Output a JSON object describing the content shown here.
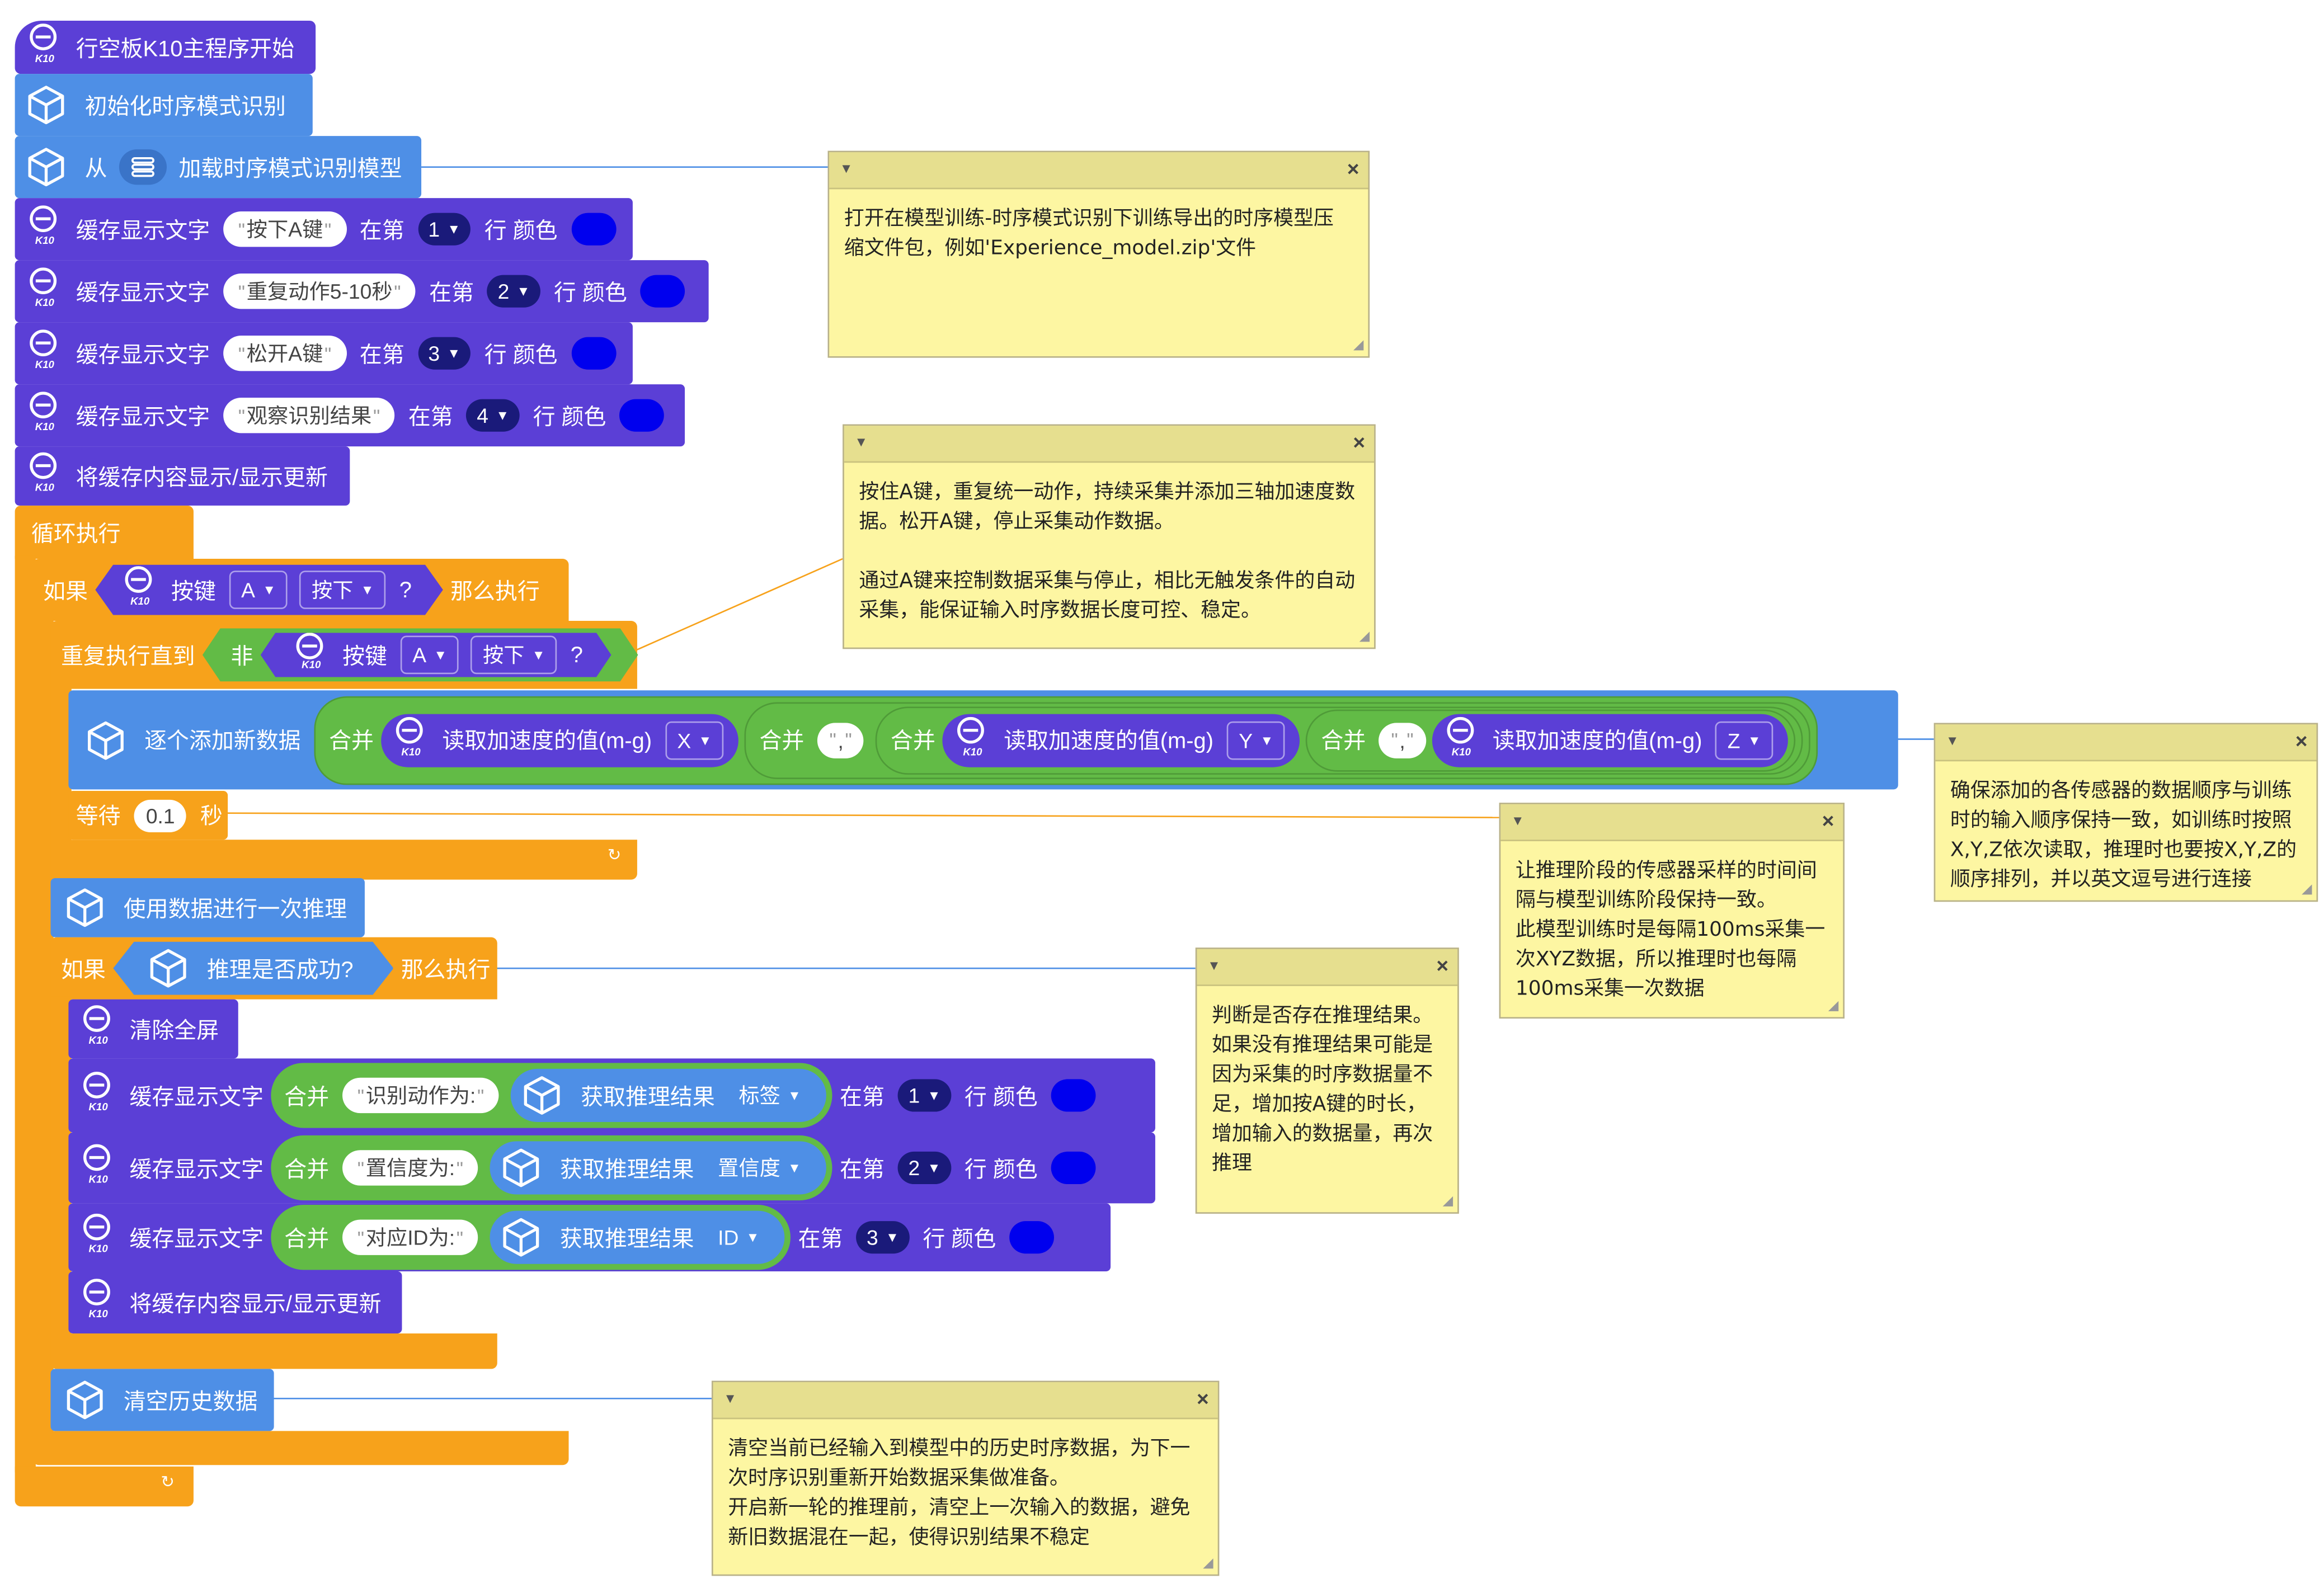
{
  "hat": {
    "label": "行空板K10主程序开始",
    "icon_tag": "K10"
  },
  "init": {
    "label": "初始化时序模式识别"
  },
  "load": {
    "from": "从",
    "label": "加载时序模式识别模型"
  },
  "display_rows": [
    {
      "prefix": "缓存显示文字",
      "text": "按下A键",
      "at": "在第",
      "row": "1",
      "suffix": "行 颜色"
    },
    {
      "prefix": "缓存显示文字",
      "text": "重复动作5-10秒",
      "at": "在第",
      "row": "2",
      "suffix": "行 颜色"
    },
    {
      "prefix": "缓存显示文字",
      "text": "松开A键",
      "at": "在第",
      "row": "3",
      "suffix": "行 颜色"
    },
    {
      "prefix": "缓存显示文字",
      "text": "观察识别结果",
      "at": "在第",
      "row": "4",
      "suffix": "行 颜色"
    }
  ],
  "refresh": {
    "label": "将缓存内容显示/显示更新"
  },
  "loop": {
    "label": "循环执行"
  },
  "if1": {
    "if": "如果",
    "button": "按键",
    "key": "A",
    "state": "按下",
    "q": "?",
    "then": "那么执行"
  },
  "repeat_until": {
    "label": "重复执行直到",
    "not": "非",
    "button": "按键",
    "key": "A",
    "state": "按下",
    "q": "?"
  },
  "add_data": {
    "label": "逐个添加新数据",
    "join": "合并",
    "read": "读取加速度的值(m-g)",
    "axis_x": "X",
    "axis_y": "Y",
    "axis_z": "Z",
    "comma": ","
  },
  "wait": {
    "label": "等待",
    "value": "0.1",
    "unit": "秒"
  },
  "infer": {
    "label": "使用数据进行一次推理"
  },
  "if2": {
    "if": "如果",
    "cond": "推理是否成功?",
    "then": "那么执行"
  },
  "clear": {
    "label": "清除全屏"
  },
  "result_rows": [
    {
      "prefix": "缓存显示文字",
      "join": "合并",
      "text": "识别动作为:",
      "get": "获取推理结果",
      "field": "标签",
      "at": "在第",
      "row": "1",
      "suffix": "行 颜色"
    },
    {
      "prefix": "缓存显示文字",
      "join": "合并",
      "text": "置信度为:",
      "get": "获取推理结果",
      "field": "置信度",
      "at": "在第",
      "row": "2",
      "suffix": "行 颜色"
    },
    {
      "prefix": "缓存显示文字",
      "join": "合并",
      "text": "对应ID为:",
      "get": "获取推理结果",
      "field": "ID",
      "at": "在第",
      "row": "3",
      "suffix": "行 颜色"
    }
  ],
  "refresh2": {
    "label": "将缓存内容显示/显示更新"
  },
  "clear_history": {
    "label": "清空历史数据"
  },
  "comments": [
    {
      "text": "打开在模型训练-时序模式识别下训练导出的时序模型压缩文件包，例如'Experience_model.zip'文件"
    },
    {
      "text": "按住A键，重复统一动作，持续采集并添加三轴加速度数据。松开A键，停止采集动作数据。\n\n通过A键来控制数据采集与停止，相比无触发条件的自动采集，能保证输入时序数据长度可控、稳定。"
    },
    {
      "text": "确保添加的各传感器的数据顺序与训练时的输入顺序保持一致，如训练时按照X,Y,Z依次读取，推理时也要按X,Y,Z的顺序排列，并以英文逗号进行连接"
    },
    {
      "text": "让推理阶段的传感器采样的时间间隔与模型训练阶段保持一致。\n此模型训练时是每隔100ms采集一次XYZ数据，所以推理时也每隔100ms采集一次数据"
    },
    {
      "text": "判断是否存在推理结果。\n如果没有推理结果可能是因为采集的时序数据量不足，增加按A键的时长，增加输入的数据量，再次推理"
    },
    {
      "text": "清空当前已经输入到模型中的历史时序数据，为下一次时序识别重新开始数据采集做准备。\n开启新一轮的推理前，清空上一次输入的数据，避免新旧数据混在一起，使得识别结果不稳定"
    }
  ],
  "colors": {
    "k10": "#5b3fd6",
    "ai": "#4e8fe6",
    "control": "#f7a21b",
    "operator": "#62bb46",
    "comment": "#fdf6a2",
    "swatch": "#0000ee"
  }
}
